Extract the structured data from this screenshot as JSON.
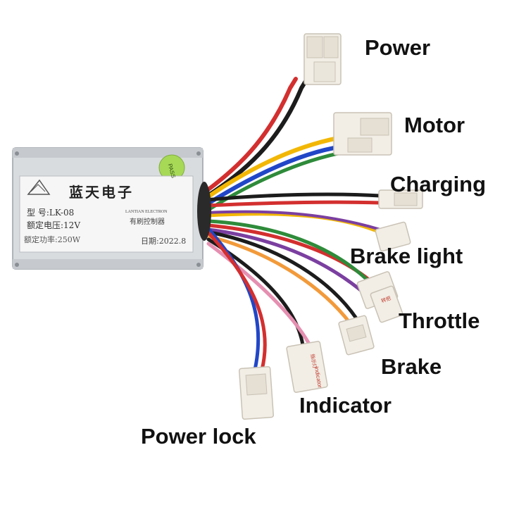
{
  "labels": {
    "power": "Power",
    "motor": "Motor",
    "charging": "Charging",
    "brake_light": "Brake light",
    "throttle": "Throttle",
    "brake": "Brake",
    "indicator": "Indicator",
    "power_lock": "Power lock"
  },
  "controller": {
    "brand_cn": "蓝天电子",
    "brand_en": "LANTIAN ELECTRON",
    "type_cn": "有刷控制器",
    "model": "型 号:LK-08",
    "voltage": "额定电压:12V",
    "power_rating": "额定功率:250W",
    "date": "日期:2022.8",
    "pass_sticker": "PASS"
  },
  "connector_tags": {
    "indicator_cn": "指示灯",
    "indicator_en": "Indicator",
    "throttle_cn": "转把"
  },
  "colors": {
    "housing": "#d9dcdf",
    "label": "#f6f6f6",
    "connector": "#f2eee6",
    "wire_red": "#d32f2f",
    "wire_black": "#1c1c1c",
    "wire_yellow": "#f2b705",
    "wire_blue": "#2146c7",
    "wire_green": "#2e8b3a",
    "wire_purple": "#7b3fa0",
    "wire_pink": "#e58fb0",
    "wire_orange": "#f29a3a",
    "wire_white": "#e8e8e8",
    "pass_green": "#a7d957"
  }
}
